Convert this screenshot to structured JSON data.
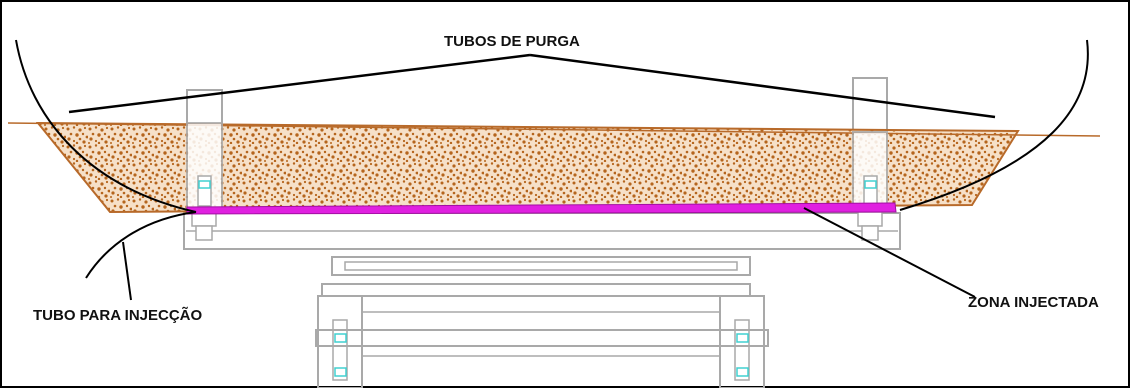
{
  "labels": {
    "purge_tubes": "TUBOS DE PURGA",
    "injection_tube": "TUBO PARA INJECÇÃO",
    "injected_zone": "ZONA INJECTADA"
  },
  "colors": {
    "frame": "#000000",
    "ballast_outline": "#b86a2a",
    "ballast_fill": "#f6e0c8",
    "ballast_dots": "#b5651d",
    "injected_zone": "#e020e0",
    "steel_grey": "#a9a9a9",
    "bolt_cyan": "#40d0d0"
  },
  "icons": {
    "ballast_texture": "speckled-ballast-pattern",
    "bolt": "bolt-with-nut"
  }
}
